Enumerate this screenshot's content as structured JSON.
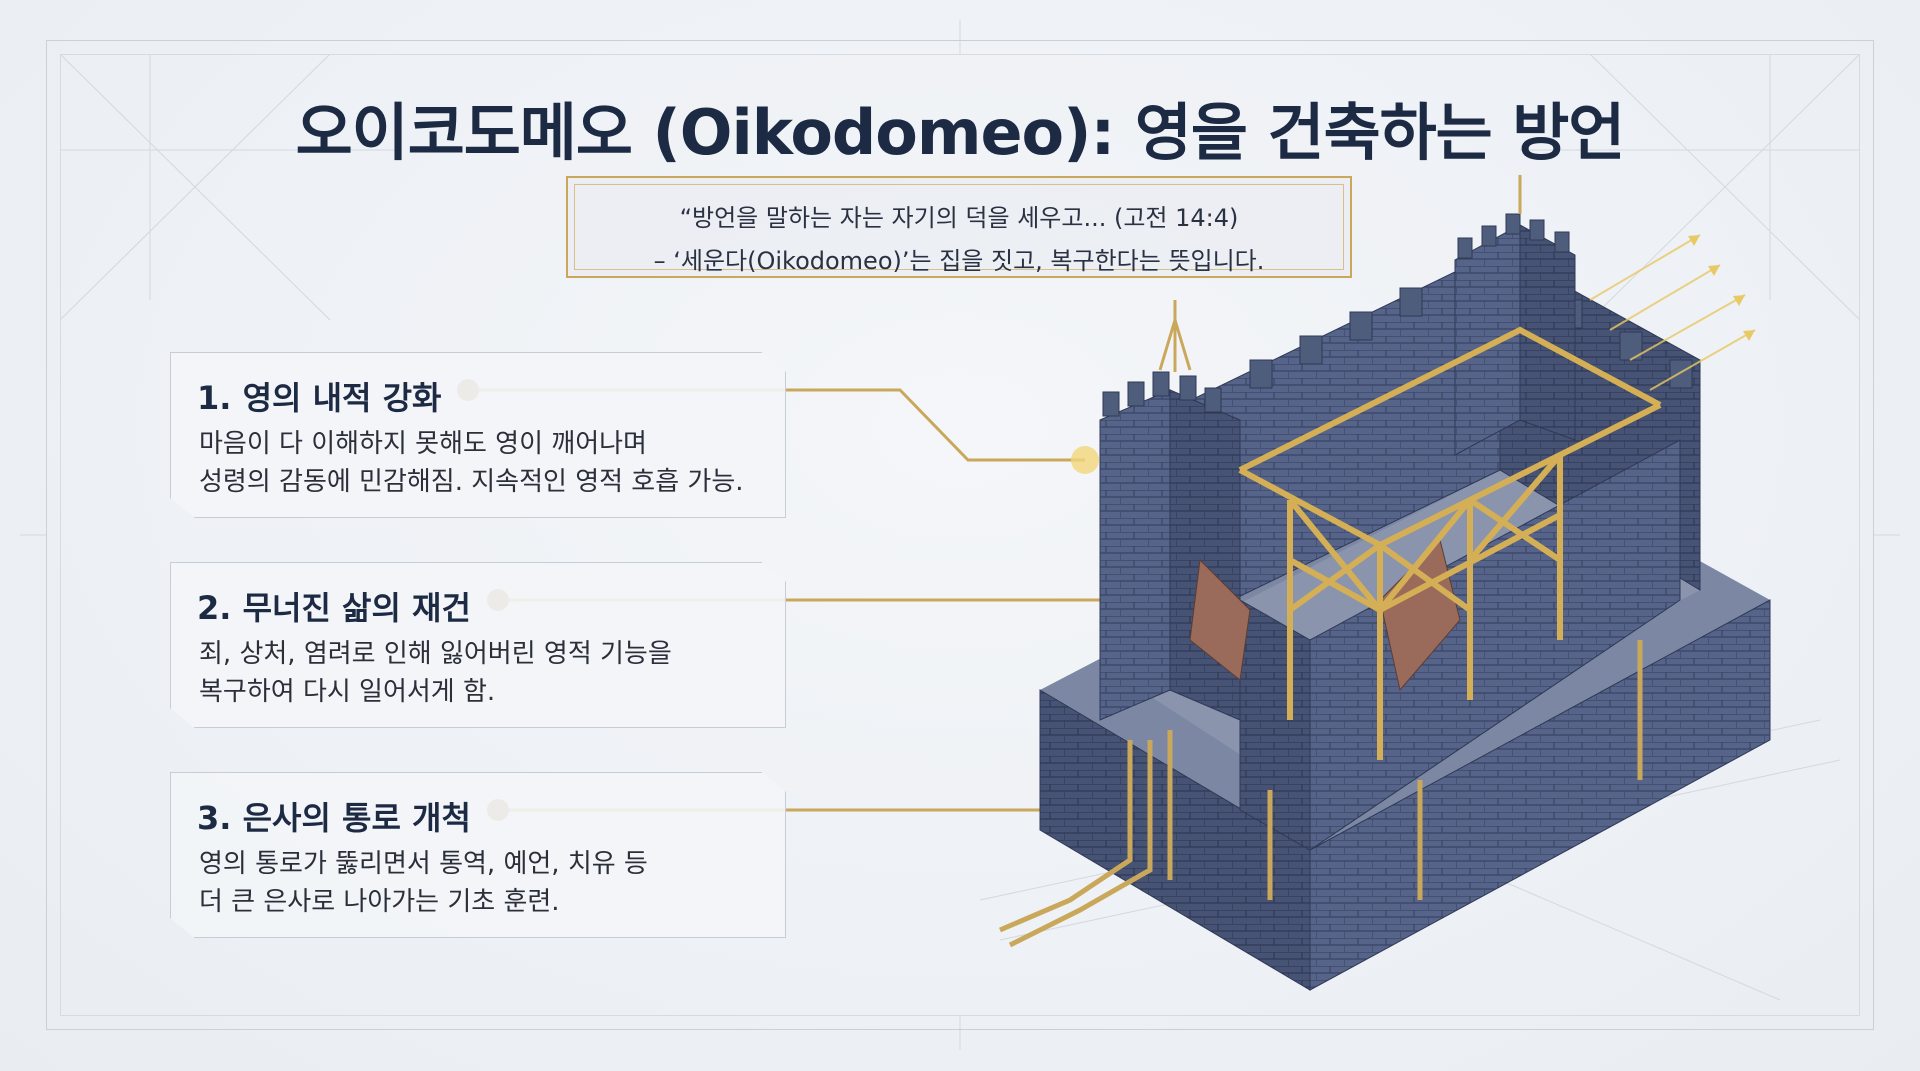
{
  "title": "오이코도메오 (Oikodomeo): 영을 건축하는 방언",
  "quote": {
    "line1": "“방언을 말하는 자는 자기의 덕을 세우고... (고전 14:4)",
    "line2": "– ‘세운다(Oikodomeo)’는 집을 짓고, 복구한다는 뜻입니다."
  },
  "points": [
    {
      "title": "1. 영의 내적 강화",
      "line1": "마음이 다 이해하지 못해도 영이 깨어나며",
      "line2": "성령의 감동에 민감해짐. 지속적인 영적 호흡 가능."
    },
    {
      "title": "2. 무너진 삶의 재건",
      "line1": "죄, 상처, 염려로 인해 잃어버린 영적 기능을",
      "line2": "복구하여 다시 일어서게 함."
    },
    {
      "title": "3. 은사의 통로 개척",
      "line1": "영의 통로가 뚫리면서 통역, 예언, 치유 등",
      "line2": "더 큰 은사로 나아가는 기초 훈련."
    }
  ],
  "colors": {
    "gold": "#c9a85b",
    "navy": "#1d2a44",
    "stone": "#4f5d7c",
    "brick": "#9a6a5a"
  },
  "illustration": "castle-under-reconstruction"
}
